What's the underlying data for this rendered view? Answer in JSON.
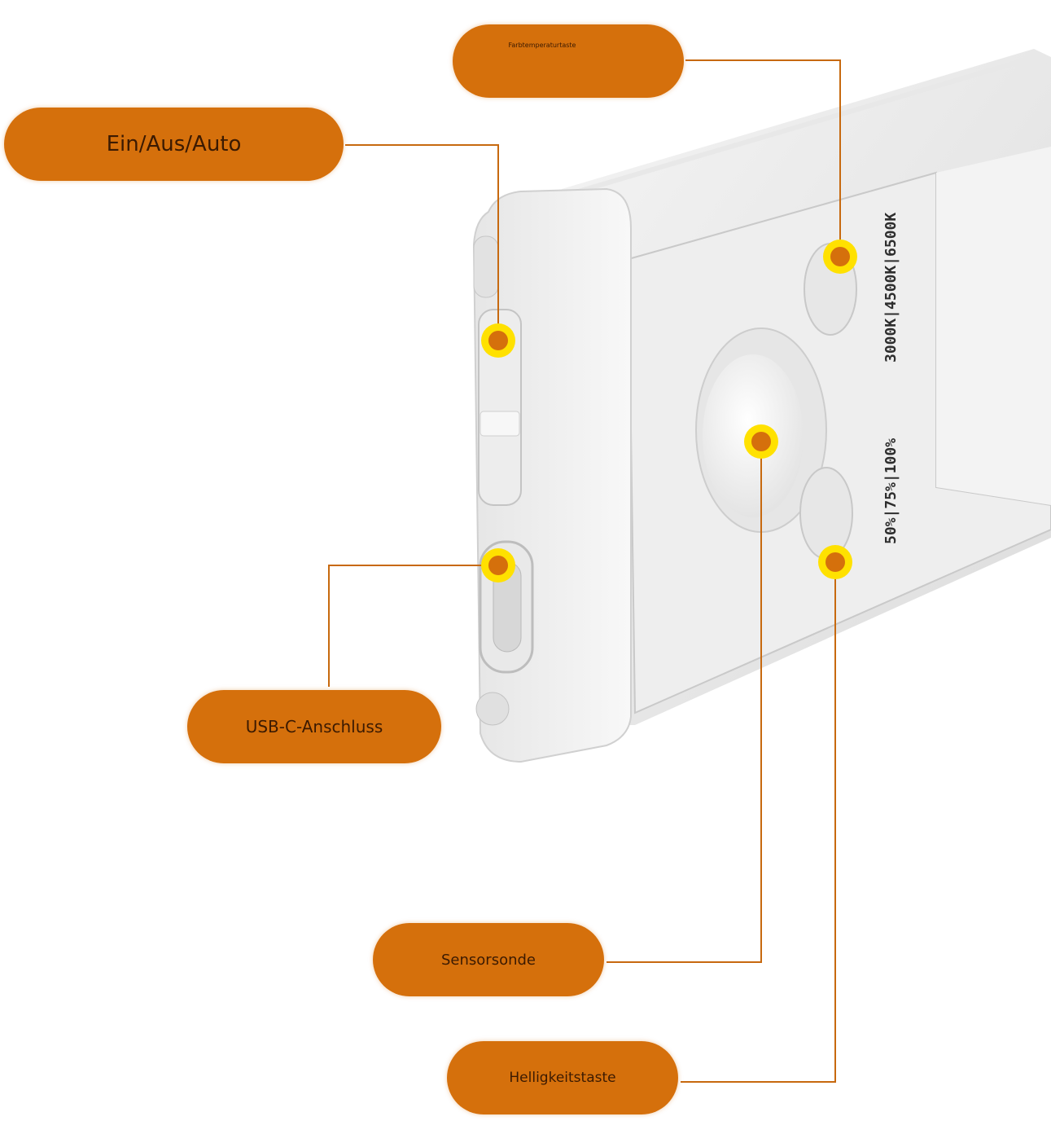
{
  "labels": {
    "color_temp_button": "Farbtemperaturtaste",
    "power_switch": "Ein/Aus/Auto",
    "usb_port": "USB-C-Anschluss",
    "sensor_probe": "Sensorsonde",
    "brightness_button": "Helligkeitstaste"
  },
  "device_text": {
    "color_temp_values": "3000K|4500K|6500K",
    "brightness_values": "50%|75%|100%"
  },
  "colors": {
    "callout_fill": "#d5700c",
    "callout_text": "#3b1a02",
    "marker_ring": "#ffe100",
    "marker_dot": "#d5700c",
    "leader_line": "#c7690f"
  }
}
